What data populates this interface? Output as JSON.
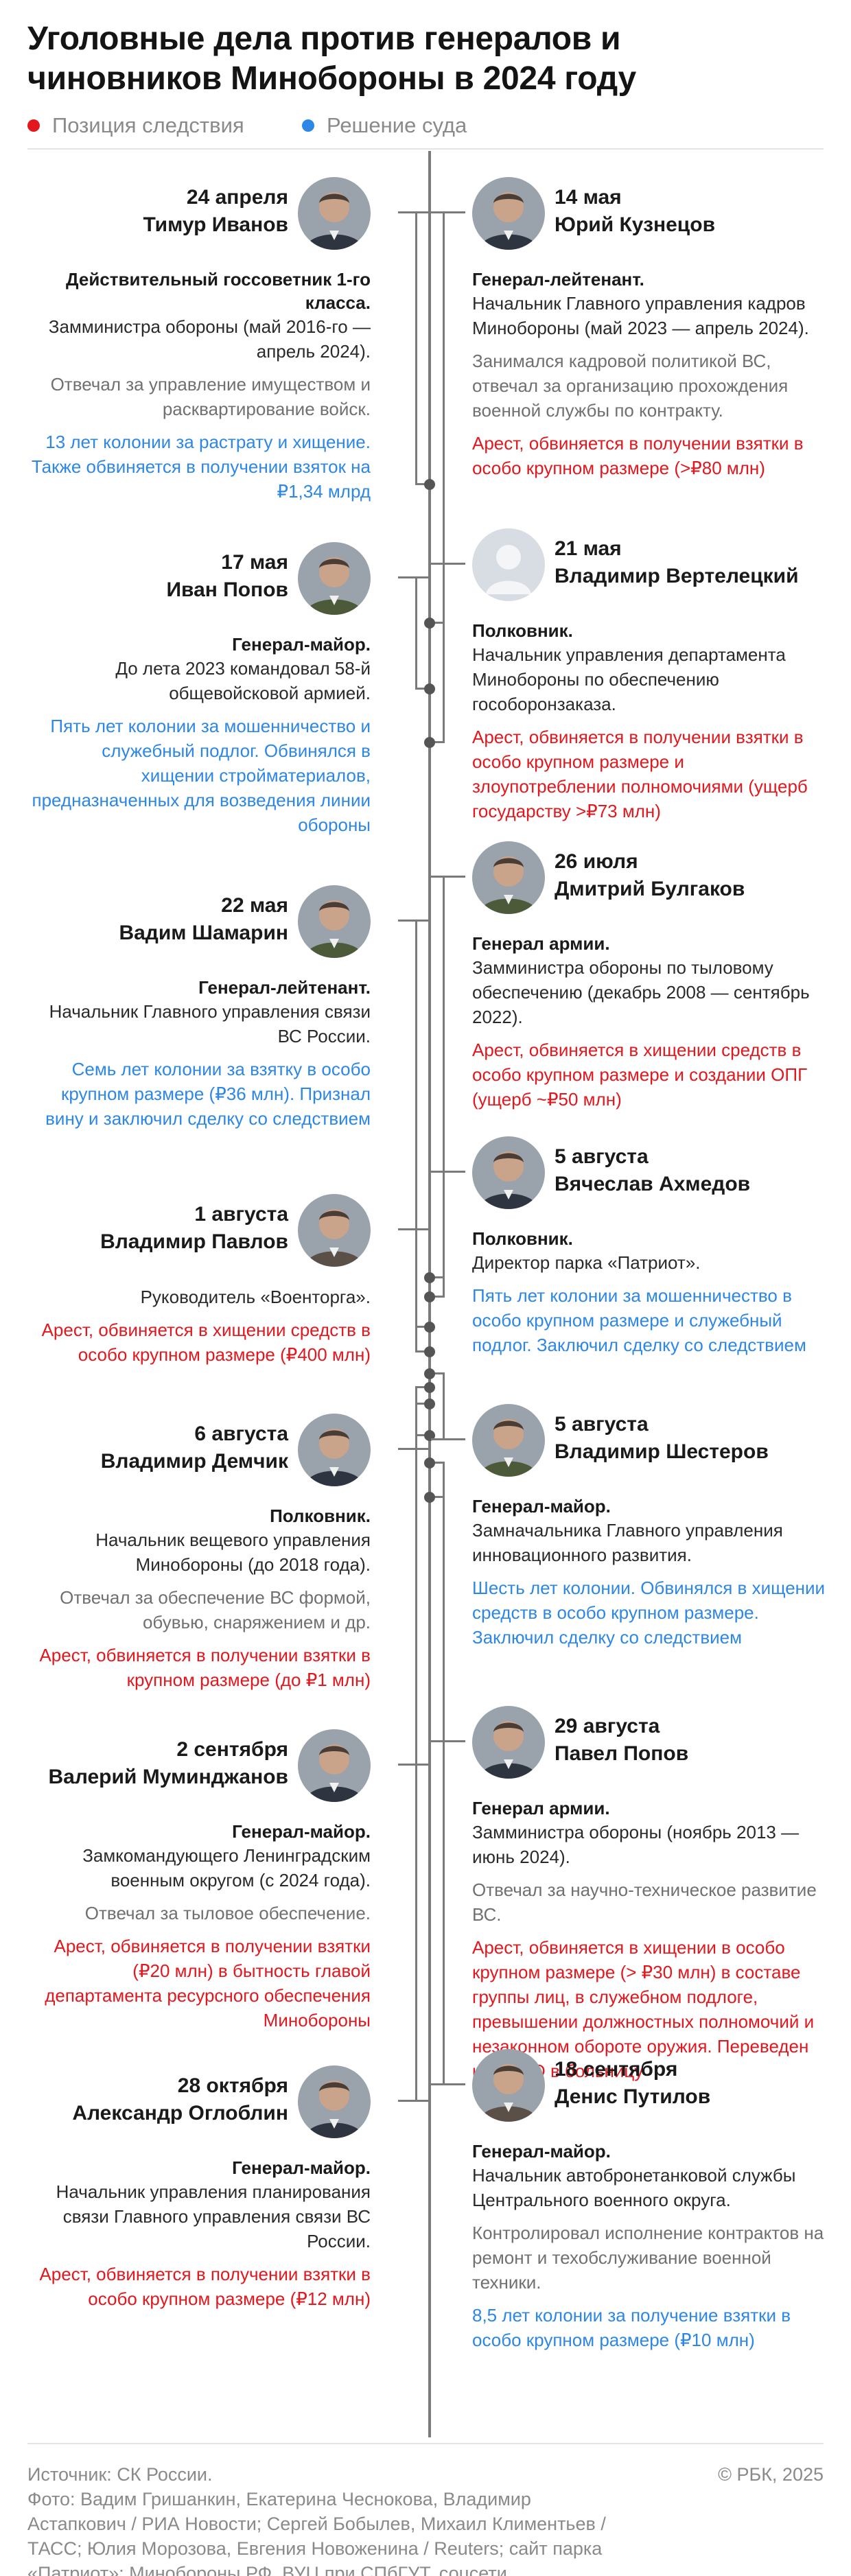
{
  "title": "Уголовные дела против генералов и чиновников Минобороны в 2024 году",
  "legend": [
    {
      "label": "Позиция следствия",
      "color": "#e3181e"
    },
    {
      "label": "Решение суда",
      "color": "#2d87e6"
    }
  ],
  "colors": {
    "red": "#e3181e",
    "blue": "#2d87e6",
    "axis": "#7a7a7a"
  },
  "left_cases": [
    {
      "date": "24 апреля",
      "name": "Тимур Иванов",
      "role": "Действительный госсоветник 1-го класса.",
      "desc": "Замминистра обороны (май 2016-го — апрель 2024).",
      "note": "Отвечал за управление имуществом и расквартирование войск.",
      "outcome": "13 лет колонии за растрату и хищение. Также обвиняется в получении взяток на ₽1,34 млрд",
      "outcome_type": "blue",
      "photo": "man-in-suit-photo"
    },
    {
      "date": "17 мая",
      "name": "Иван Попов",
      "role": "Генерал-майор.",
      "desc": "До лета 2023 командовал 58-й общевойсковой армией.",
      "note": "",
      "outcome": "Пять лет колонии за мошенничество и служебный подлог. Обвинялся в хищении стройматериалов, предназначенных для возведения линии обороны",
      "outcome_type": "blue",
      "photo": "man-in-uniform-photo"
    },
    {
      "date": "22 мая",
      "name": "Вадим Шамарин",
      "role": "Генерал-лейтенант.",
      "desc": "Начальник Главного управления связи ВС России.",
      "note": "",
      "outcome": "Семь лет колонии за взятку в особо крупном размере (₽36 млн). Признал вину и заключил сделку со следствием",
      "outcome_type": "blue",
      "photo": "man-in-uniform-photo"
    },
    {
      "date": "1 августа",
      "name": "Владимир Павлов",
      "role": "",
      "desc": "Руководитель «Военторга».",
      "note": "",
      "outcome": "Арест, обвиняется в хищении средств в особо крупном размере (₽400 млн)",
      "outcome_type": "red",
      "photo": "man-in-casual-photo"
    },
    {
      "date": "6 августа",
      "name": "Владимир Демчик",
      "role": "Полковник.",
      "desc": "Начальник вещевого управления Минобороны (до 2018 года).",
      "note": "Отвечал за обеспечение ВС формой, обувью, снаряжением и др.",
      "outcome": "Арест, обвиняется в получении взятки в крупном размере (до ₽1 млн)",
      "outcome_type": "red",
      "photo": "man-in-suit-photo"
    },
    {
      "date": "2 сентября",
      "name": "Валерий Муминджанов",
      "role": "Генерал-майор.",
      "desc": "Замкомандующего Ленинградским военным округом (с 2024 года).",
      "note": "Отвечал за тыловое обеспечение.",
      "outcome": "Арест, обвиняется в получении взятки (₽20 млн) в бытность главой департамента ресурсного обеспечения Минобороны",
      "outcome_type": "red",
      "photo": "man-in-suit-photo"
    },
    {
      "date": "28 октября",
      "name": "Александр Оглоблин",
      "role": "Генерал-майор.",
      "desc": "Начальник управления планирования связи Главного управления связи ВС России.",
      "note": "",
      "outcome": "Арест, обвиняется в получении взятки в особо крупном размере (₽12 млн)",
      "outcome_type": "red",
      "photo": "man-in-suit-photo"
    }
  ],
  "right_cases": [
    {
      "date": "14 мая",
      "name": "Юрий Кузнецов",
      "role": "Генерал-лейтенант.",
      "desc": "Начальник Главного управления кадров Минобороны (май 2023 — апрель 2024).",
      "note": "Занимался кадровой политикой ВС, отвечал за организацию прохождения военной службы по контракту.",
      "outcome": "Арест, обвиняется в получении взятки в особо крупном размере (>₽80 млн)",
      "outcome_type": "red",
      "photo": "man-in-suit-photo"
    },
    {
      "date": "21 мая",
      "name": "Владимир Вертелецкий",
      "role": "Полковник.",
      "desc": "Начальник управления департамента Минобороны по обеспечению гособоронзаказа.",
      "note": "",
      "outcome": "Арест, обвиняется в получении взятки в особо крупном размере и злоупотреблении полномочиями (ущерб государству >₽73 млн)",
      "outcome_type": "red",
      "photo": "person-placeholder-icon"
    },
    {
      "date": "26 июля",
      "name": "Дмитрий Булгаков",
      "role": "Генерал армии.",
      "desc": "Замминистра обороны по тыловому обеспечению (декабрь 2008 — сентябрь 2022).",
      "note": "",
      "outcome": "Арест, обвиняется в хищении средств в особо крупном размере и создании ОПГ (ущерб ~₽50 млн)",
      "outcome_type": "red",
      "photo": "man-in-uniform-photo"
    },
    {
      "date": "5 августа",
      "name": "Вячеслав Ахмедов",
      "role": "Полковник.",
      "desc": "Директор парка «Патриот».",
      "note": "",
      "outcome": "Пять лет колонии за мошенничество в особо крупном размере и служебный подлог. Заключил сделку со следствием",
      "outcome_type": "blue",
      "photo": "man-in-suit-photo"
    },
    {
      "date": "5 августа",
      "name": "Владимир Шестеров",
      "role": "Генерал-майор.",
      "desc": "Замначальника Главного управления инновационного развития.",
      "note": "",
      "outcome": "Шесть лет колонии. Обвинялся в хищении средств в особо крупном размере. Заключил сделку со следствием",
      "outcome_type": "blue",
      "photo": "man-in-uniform-photo"
    },
    {
      "date": "29 августа",
      "name": "Павел Попов",
      "role": "Генерал армии.",
      "desc": "Замминистра обороны (ноябрь 2013 — июнь 2024).",
      "note": "Отвечал за научно-техническое развитие ВС.",
      "outcome": "Арест, обвиняется в хищении в особо крупном размере (> ₽30 млн) в составе группы лиц, в служебном подлоге, превышении должностных полномочий и незаконном обороте оружия. Переведен из СИЗО в больницу",
      "outcome_type": "red",
      "photo": "man-in-suit-photo"
    },
    {
      "date": "18 сентября",
      "name": "Денис Путилов",
      "role": "Генерал-майор.",
      "desc": "Начальник автобронетанковой службы Центрального военного округа.",
      "note": "Контролировал исполнение контрактов на ремонт и техобслуживание военной техники.",
      "outcome": "8,5 лет колонии за получение взятки в особо крупном размере (₽10 млн)",
      "outcome_type": "blue",
      "photo": "man-in-casual-photo"
    }
  ],
  "footer": {
    "source": "Источник: СК России.\nФото: Вадим Гришанкин, Екатерина Чеснокова, Владимир Астапкович / РИА Новости; Сергей Бобылев, Михаил Климентьев / ТАСС; Юлия Морозова, Евгения Новоженина / Reuters; сайт парка «Патриот»; Минобороны РФ, ВУЦ при СПбГУТ, соцсети",
    "copyright": "© РБК, 2025"
  }
}
